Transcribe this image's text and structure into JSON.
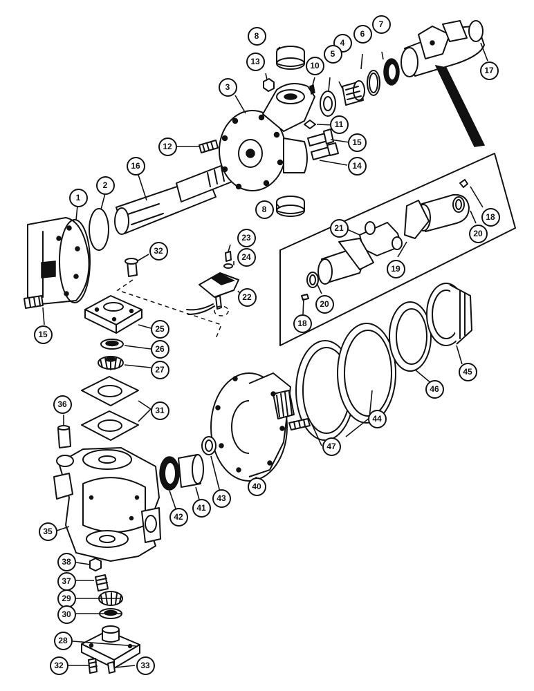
{
  "diagram": {
    "callouts": [
      {
        "id": "c1",
        "label": "1"
      },
      {
        "id": "c2",
        "label": "2"
      },
      {
        "id": "c3",
        "label": "3"
      },
      {
        "id": "c4",
        "label": "4"
      },
      {
        "id": "c5",
        "label": "5"
      },
      {
        "id": "c6",
        "label": "6"
      },
      {
        "id": "c7",
        "label": "7"
      },
      {
        "id": "c8a",
        "label": "8"
      },
      {
        "id": "c8b",
        "label": "8"
      },
      {
        "id": "c10",
        "label": "10"
      },
      {
        "id": "c11",
        "label": "11"
      },
      {
        "id": "c12",
        "label": "12"
      },
      {
        "id": "c13",
        "label": "13"
      },
      {
        "id": "c14",
        "label": "14"
      },
      {
        "id": "c15a",
        "label": "15"
      },
      {
        "id": "c15b",
        "label": "15"
      },
      {
        "id": "c16",
        "label": "16"
      },
      {
        "id": "c17",
        "label": "17"
      },
      {
        "id": "c18a",
        "label": "18"
      },
      {
        "id": "c18b",
        "label": "18"
      },
      {
        "id": "c19",
        "label": "19"
      },
      {
        "id": "c20a",
        "label": "20"
      },
      {
        "id": "c20b",
        "label": "20"
      },
      {
        "id": "c21",
        "label": "21"
      },
      {
        "id": "c22",
        "label": "22"
      },
      {
        "id": "c23",
        "label": "23"
      },
      {
        "id": "c24",
        "label": "24"
      },
      {
        "id": "c25",
        "label": "25"
      },
      {
        "id": "c26",
        "label": "26"
      },
      {
        "id": "c27",
        "label": "27"
      },
      {
        "id": "c28",
        "label": "28"
      },
      {
        "id": "c29",
        "label": "29"
      },
      {
        "id": "c30",
        "label": "30"
      },
      {
        "id": "c31",
        "label": "31"
      },
      {
        "id": "c32a",
        "label": "32"
      },
      {
        "id": "c32b",
        "label": "32"
      },
      {
        "id": "c33",
        "label": "33"
      },
      {
        "id": "c35",
        "label": "35"
      },
      {
        "id": "c36",
        "label": "36"
      },
      {
        "id": "c37",
        "label": "37"
      },
      {
        "id": "c38",
        "label": "38"
      },
      {
        "id": "c40",
        "label": "40"
      },
      {
        "id": "c41",
        "label": "41"
      },
      {
        "id": "c42",
        "label": "42"
      },
      {
        "id": "c43",
        "label": "43"
      },
      {
        "id": "c44",
        "label": "44"
      },
      {
        "id": "c45",
        "label": "45"
      },
      {
        "id": "c46",
        "label": "46"
      },
      {
        "id": "c47",
        "label": "47"
      }
    ]
  }
}
